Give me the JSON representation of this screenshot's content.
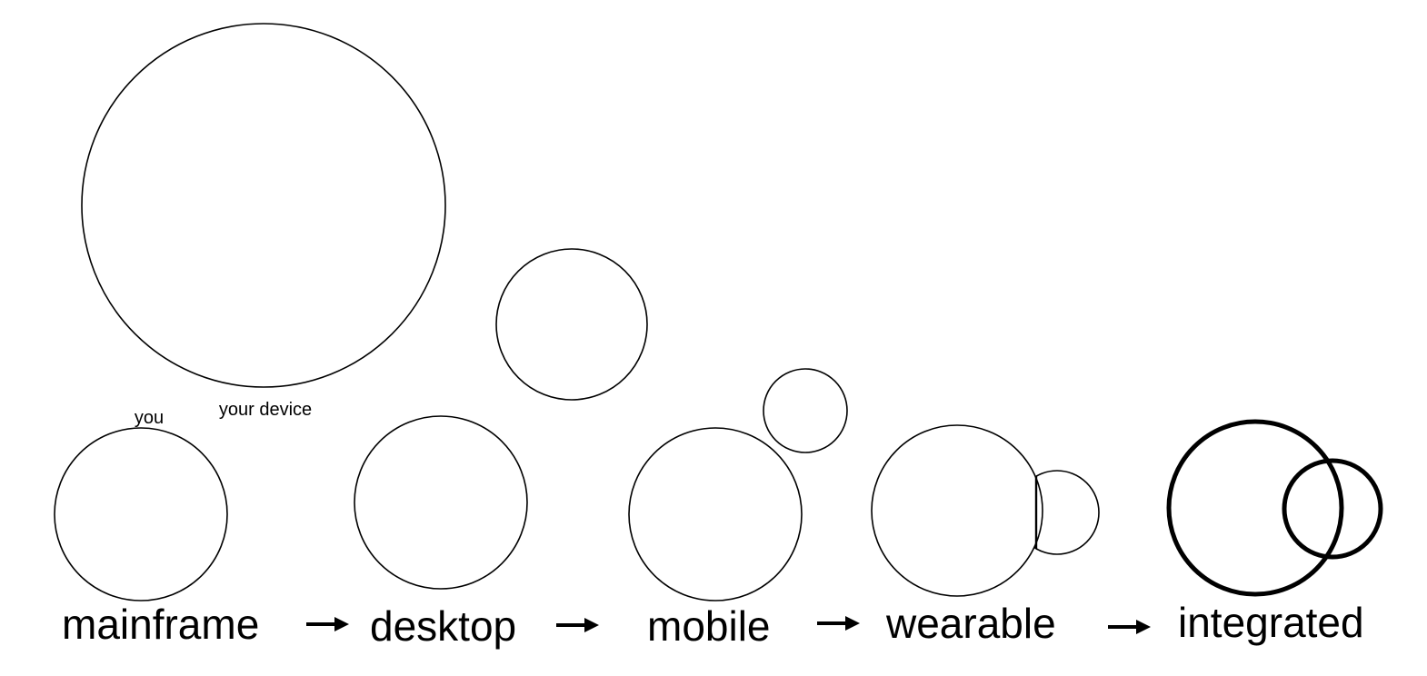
{
  "labels": {
    "you": "you",
    "your_device": "your device"
  },
  "stages": [
    {
      "id": "mainframe",
      "label": "mainframe"
    },
    {
      "id": "desktop",
      "label": "desktop"
    },
    {
      "id": "mobile",
      "label": "mobile"
    },
    {
      "id": "wearable",
      "label": "wearable"
    },
    {
      "id": "integrated",
      "label": "integrated"
    }
  ],
  "colors": {
    "stroke": "#000000",
    "background": "#ffffff"
  }
}
